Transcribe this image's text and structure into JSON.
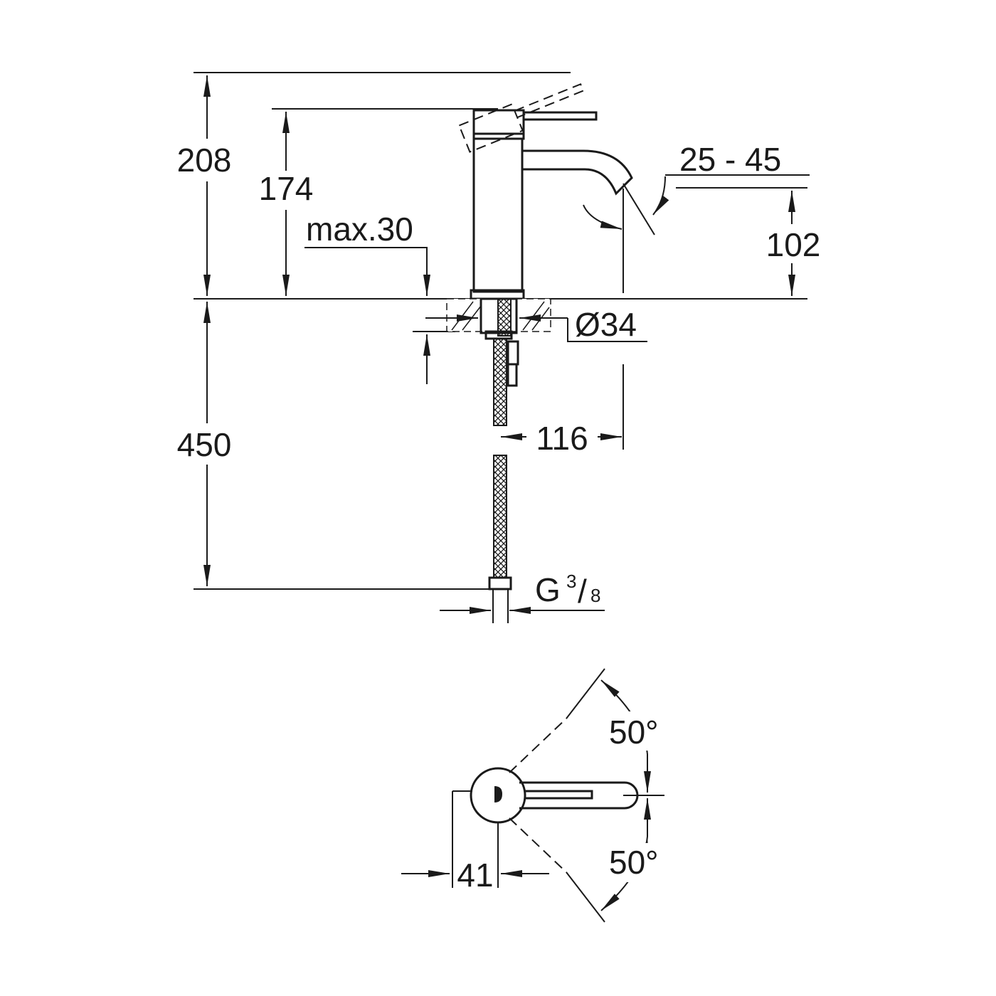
{
  "dimensions": {
    "total_height": "208",
    "lever_height": "174",
    "max_thickness": "max.30",
    "spout_angle": "25 - 45",
    "spout_height": "102",
    "hole_diameter": "Ø34",
    "spout_reach": "116",
    "hose_length": "450",
    "connection": "G",
    "connection_num": "3",
    "connection_den": "8",
    "lever_swing_top": "50°",
    "lever_swing_bottom": "50°",
    "body_offset": "41"
  }
}
